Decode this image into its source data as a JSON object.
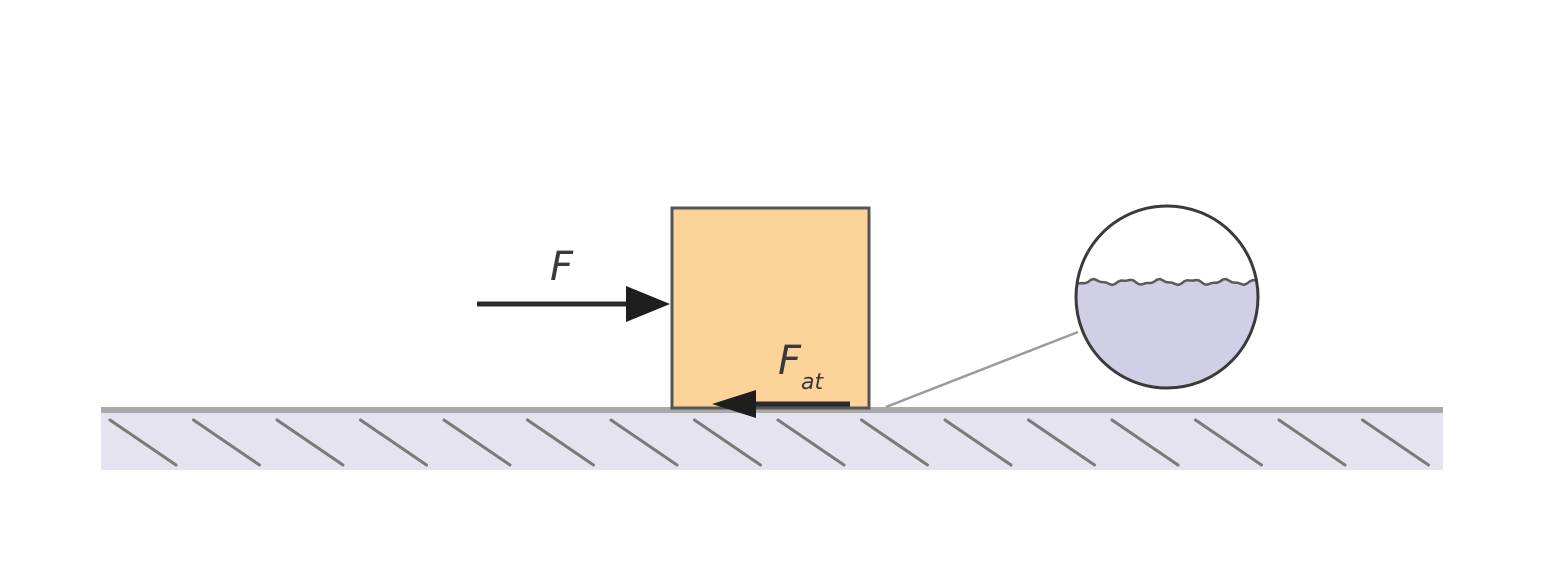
{
  "labels": {
    "applied_force": "F",
    "friction_force_main": "F",
    "friction_force_sub": "at"
  },
  "colors": {
    "block_fill": "#fcd49a",
    "block_stroke": "#555555",
    "ground_fill": "#e4e3ef",
    "ground_top": "#a9a9a9",
    "hatch": "#7a7a7a",
    "arrow": "#2a2a2a",
    "magnifier_fill": "#d0cfe6",
    "magnifier_stroke": "#3a3a3a",
    "leader_line": "#9a9a9a"
  }
}
